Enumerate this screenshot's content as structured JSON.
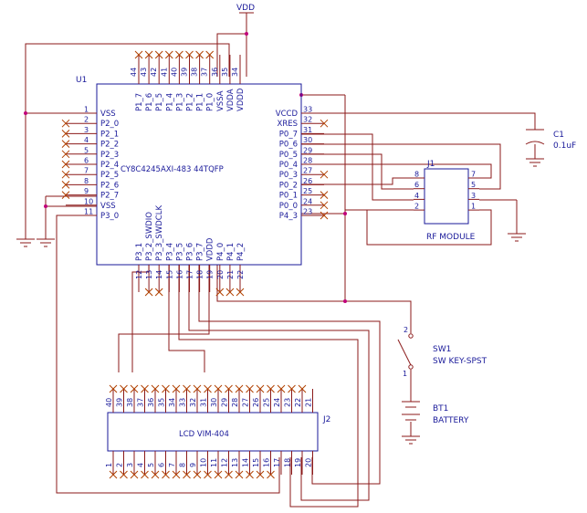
{
  "supply": {
    "label": "VDD"
  },
  "u1": {
    "ref": "U1",
    "part": "CY8C4245AXI-483 44TQFP",
    "left": [
      {
        "num": "1",
        "name": "VSS"
      },
      {
        "num": "2",
        "name": "P2_0"
      },
      {
        "num": "3",
        "name": "P2_1"
      },
      {
        "num": "4",
        "name": "P2_2"
      },
      {
        "num": "5",
        "name": "P2_3"
      },
      {
        "num": "6",
        "name": "P2_4"
      },
      {
        "num": "7",
        "name": "P2_5"
      },
      {
        "num": "8",
        "name": "P2_6"
      },
      {
        "num": "9",
        "name": "P2_7"
      },
      {
        "num": "10",
        "name": "VSS"
      },
      {
        "num": "11",
        "name": "P3_0"
      }
    ],
    "right": [
      {
        "num": "33",
        "name": "VCCD"
      },
      {
        "num": "32",
        "name": "XRES"
      },
      {
        "num": "31",
        "name": "P0_7"
      },
      {
        "num": "30",
        "name": "P0_6"
      },
      {
        "num": "29",
        "name": "P0_5"
      },
      {
        "num": "28",
        "name": "P0_4"
      },
      {
        "num": "27",
        "name": "P0_3"
      },
      {
        "num": "26",
        "name": "P0_2"
      },
      {
        "num": "25",
        "name": "P0_1"
      },
      {
        "num": "24",
        "name": "P0_0"
      },
      {
        "num": "23",
        "name": "P4_3"
      }
    ],
    "top": [
      {
        "num": "44",
        "name": "P1_7"
      },
      {
        "num": "43",
        "name": "P1_6"
      },
      {
        "num": "42",
        "name": "P1_5"
      },
      {
        "num": "41",
        "name": "P1_4"
      },
      {
        "num": "40",
        "name": "P1_3"
      },
      {
        "num": "39",
        "name": "P1_2"
      },
      {
        "num": "38",
        "name": "P1_1"
      },
      {
        "num": "37",
        "name": "P1_0"
      },
      {
        "num": "36",
        "name": "VSSA"
      },
      {
        "num": "35",
        "name": "VDDA"
      },
      {
        "num": "34",
        "name": "VDDD"
      }
    ],
    "bottom": [
      {
        "num": "12",
        "name": "P3_1"
      },
      {
        "num": "13",
        "name": "P3_2_SWDIO"
      },
      {
        "num": "14",
        "name": "P3_3_SWDCLK"
      },
      {
        "num": "15",
        "name": "P3_4"
      },
      {
        "num": "16",
        "name": "P3_5"
      },
      {
        "num": "17",
        "name": "P3_6"
      },
      {
        "num": "18",
        "name": "P3_7"
      },
      {
        "num": "19",
        "name": "VDDD"
      },
      {
        "num": "20",
        "name": "P4_0"
      },
      {
        "num": "21",
        "name": "P4_1"
      },
      {
        "num": "22",
        "name": "P4_2"
      }
    ]
  },
  "c1": {
    "ref": "C1",
    "value": "0.1uF"
  },
  "j1": {
    "ref": "J1",
    "label": "RF MODULE",
    "left_pins": [
      "8",
      "6",
      "4",
      "2"
    ],
    "right_pins": [
      "7",
      "5",
      "3",
      "1"
    ]
  },
  "sw1": {
    "ref": "SW1",
    "value": "SW KEY-SPST",
    "pin_top": "2",
    "pin_bottom": "1"
  },
  "bt1": {
    "ref": "BT1",
    "value": "BATTERY"
  },
  "j2": {
    "ref": "J2",
    "label": "LCD VIM-404",
    "top_pins": [
      "40",
      "39",
      "38",
      "37",
      "36",
      "35",
      "34",
      "33",
      "32",
      "31",
      "30",
      "29",
      "28",
      "27",
      "26",
      "25",
      "24",
      "23",
      "22",
      "21"
    ],
    "bottom_pins": [
      "1",
      "2",
      "3",
      "4",
      "5",
      "6",
      "7",
      "8",
      "9",
      "10",
      "11",
      "12",
      "13",
      "14",
      "15",
      "16",
      "17",
      "18",
      "19",
      "20"
    ]
  }
}
